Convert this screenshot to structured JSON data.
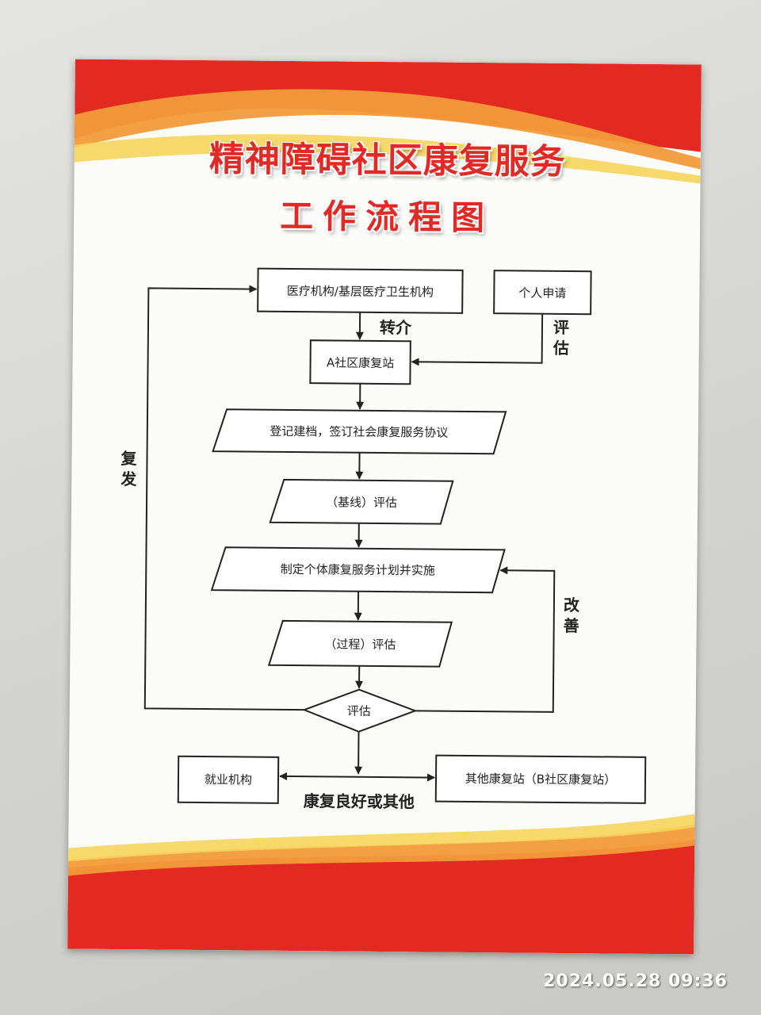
{
  "title_line1": "精神障碍社区康复服务",
  "title_line2": "工作流程图",
  "nodes": {
    "medical": "医疗机构/基层医疗卫生机构",
    "personal": "个人申请",
    "station_a": "A社区康复站",
    "register": "登记建档，签订社会康复服务协议",
    "baseline": "（基线）评估",
    "plan": "制定个体康复服务计划并实施",
    "process": "（过程）评估",
    "evaluate": "评估",
    "employment": "就业机构",
    "other_station": "其他康复站（B社区康复站）"
  },
  "edge_labels": {
    "referral": "转介",
    "assess_1": "评",
    "assess_2": "估",
    "relapse_1": "复",
    "relapse_2": "发",
    "improve_1": "改",
    "improve_2": "善",
    "outcome": "康复良好或其他"
  },
  "colors": {
    "title_red": "#e12a25",
    "band_red": "#e32a22",
    "band_orange": "#f29a3a",
    "band_yellow": "#f6d45a",
    "line": "#222222"
  },
  "timestamp": "2024.05.28 09:36"
}
